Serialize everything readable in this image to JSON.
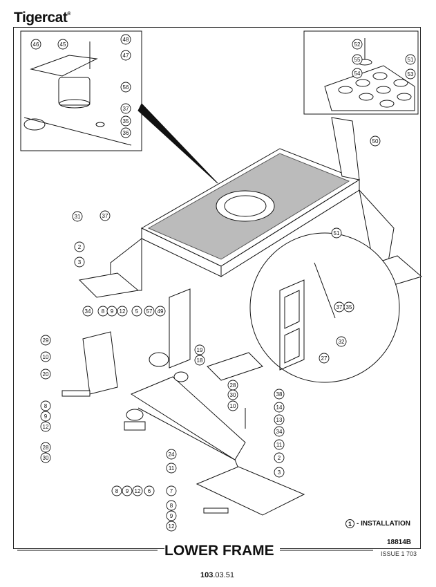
{
  "brand": {
    "name": "Tigercat",
    "mark": "®"
  },
  "title": "LOWER FRAME",
  "legend": {
    "number": "1",
    "label": "- INSTALLATION"
  },
  "drawing_number": "18814B",
  "issue": "ISSUE 1 703",
  "page_number": {
    "major": "103",
    "minor": ".03.51"
  },
  "callouts": [
    "46",
    "45",
    "48",
    "47",
    "56",
    "37",
    "35",
    "36",
    "52",
    "55",
    "54",
    "51",
    "53",
    "50",
    "51",
    "37",
    "31",
    "2",
    "3",
    "34",
    "8",
    "9",
    "12",
    "5",
    "57",
    "49",
    "37",
    "35",
    "32",
    "27",
    "29",
    "10",
    "20",
    "19",
    "18",
    "28",
    "30",
    "10",
    "8",
    "9",
    "12",
    "28",
    "30",
    "38",
    "14",
    "13",
    "34",
    "11",
    "2",
    "3",
    "24",
    "11",
    "8",
    "9",
    "12",
    "6",
    "7",
    "8",
    "9",
    "12"
  ]
}
